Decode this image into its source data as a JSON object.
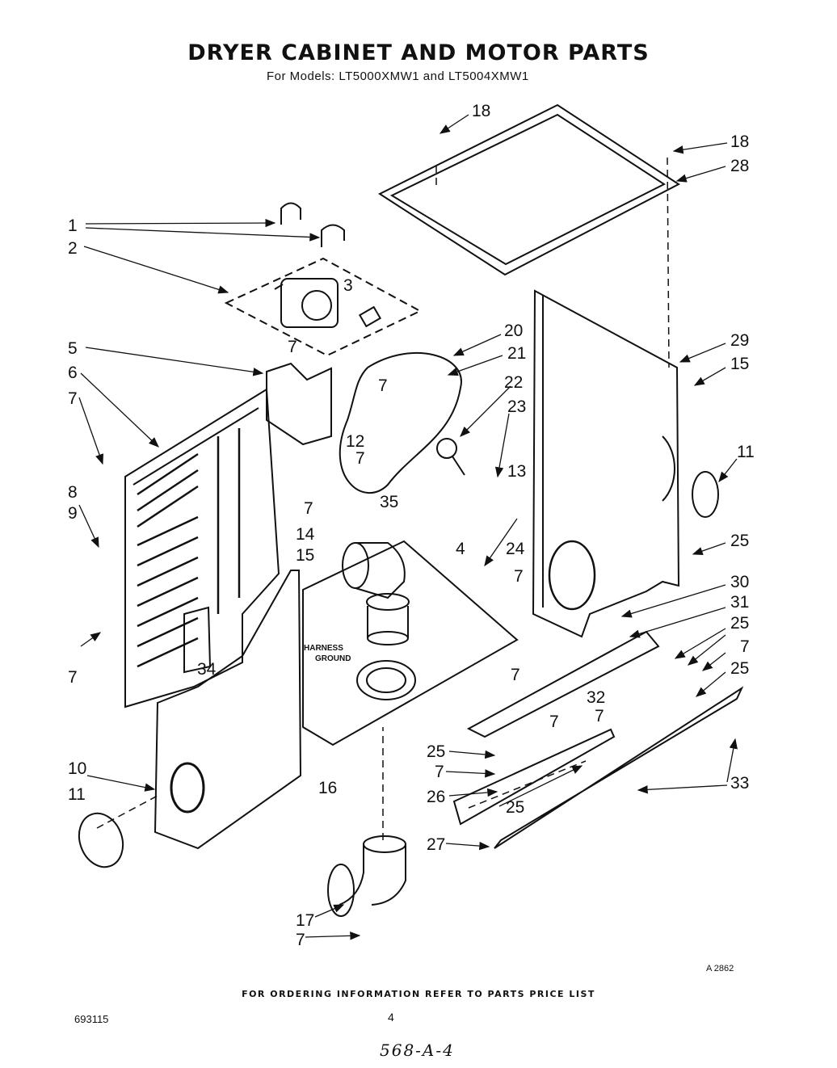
{
  "header": {
    "title": "DRYER CABINET AND MOTOR PARTS",
    "subtitle": "For Models: LT5000XMW1 and LT5004XMW1"
  },
  "diagram": {
    "callouts": [
      "1",
      "2",
      "3",
      "4",
      "5",
      "6",
      "7",
      "8",
      "9",
      "10",
      "11",
      "12",
      "13",
      "14",
      "15",
      "16",
      "17",
      "18",
      "20",
      "21",
      "22",
      "23",
      "24",
      "25",
      "26",
      "27",
      "28",
      "29",
      "30",
      "31",
      "32",
      "33",
      "34",
      "35"
    ],
    "harness_label_line1": "HARNESS",
    "harness_label_line2": "GROUND"
  },
  "footer": {
    "ordering_info": "FOR ORDERING INFORMATION REFER TO PARTS PRICE LIST",
    "figure_ref": "A 2862",
    "doc_number": "693115",
    "page_number": "4",
    "handwritten_code": "568-A-4"
  }
}
